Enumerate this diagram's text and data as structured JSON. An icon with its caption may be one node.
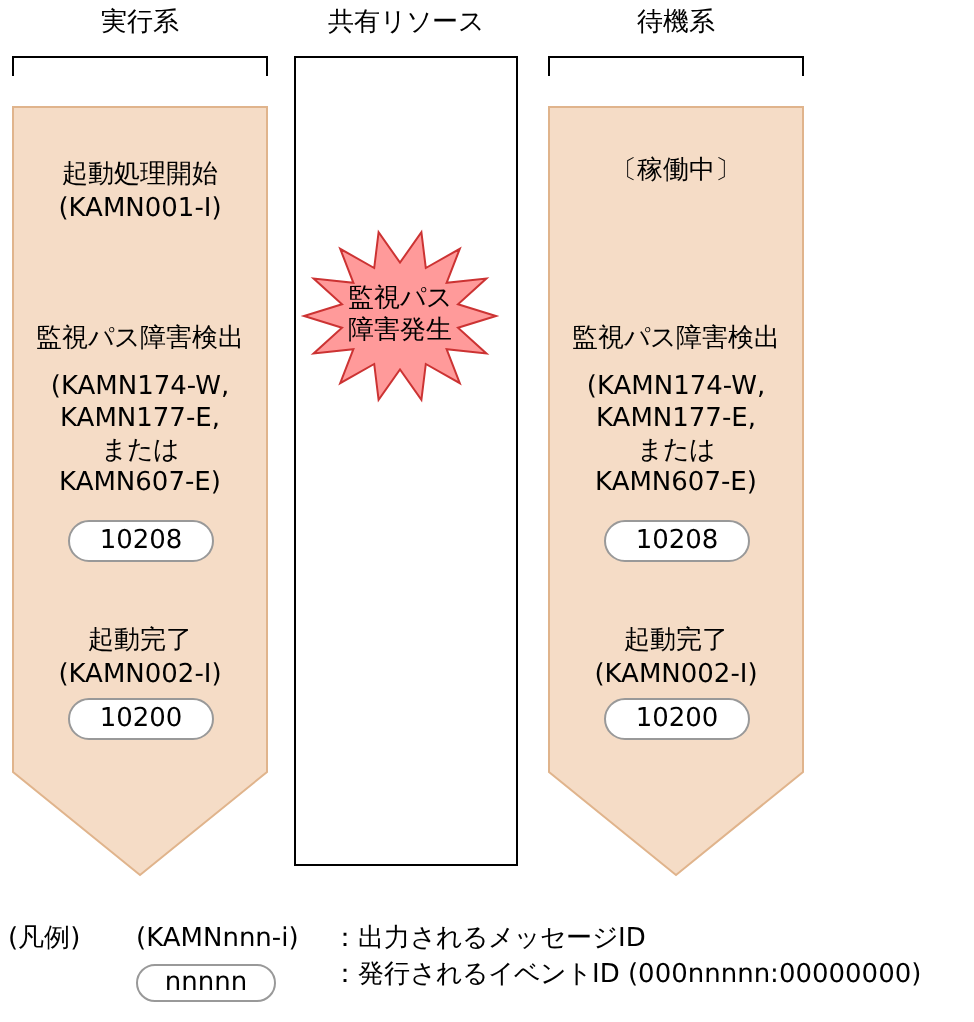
{
  "diagram": {
    "nodes": [
      {
        "text": [
          "実行系",
          "起動処理開始",
          "(KAMN001-I)",
          "監視パス障害検出",
          "(KAMN174-W, KAMN177-E, または KAMN607-E)",
          "起動完了",
          "(KAMN002-I)"
        ]
      },
      {
        "text": [
          "10208"
        ],
        "in": 0
      },
      {
        "text": [
          "10200"
        ],
        "in": 0
      },
      {
        "text": [
          "共有リソース"
        ]
      },
      {
        "text": [
          "監視パス障害発生"
        ],
        "in": 3
      },
      {
        "text": [
          "待機系",
          "〔稼働中〕",
          "監視パス障害検出",
          "(KAMN174-W, KAMN177-E, または KAMN607-E)",
          "起動完了",
          "(KAMN002-I)"
        ]
      },
      {
        "text": [
          "10208"
        ],
        "in": 5
      },
      {
        "text": [
          "10200"
        ],
        "in": 5
      },
      {
        "text": [
          "nnnnn"
        ]
      }
    ],
    "edges": [],
    "labels": [
      "(凡例)",
      "(KAMNnnn-i)",
      "：出力されるメッセージID",
      "：発行されるイベントID (000nnnnn:00000000)"
    ]
  }
}
